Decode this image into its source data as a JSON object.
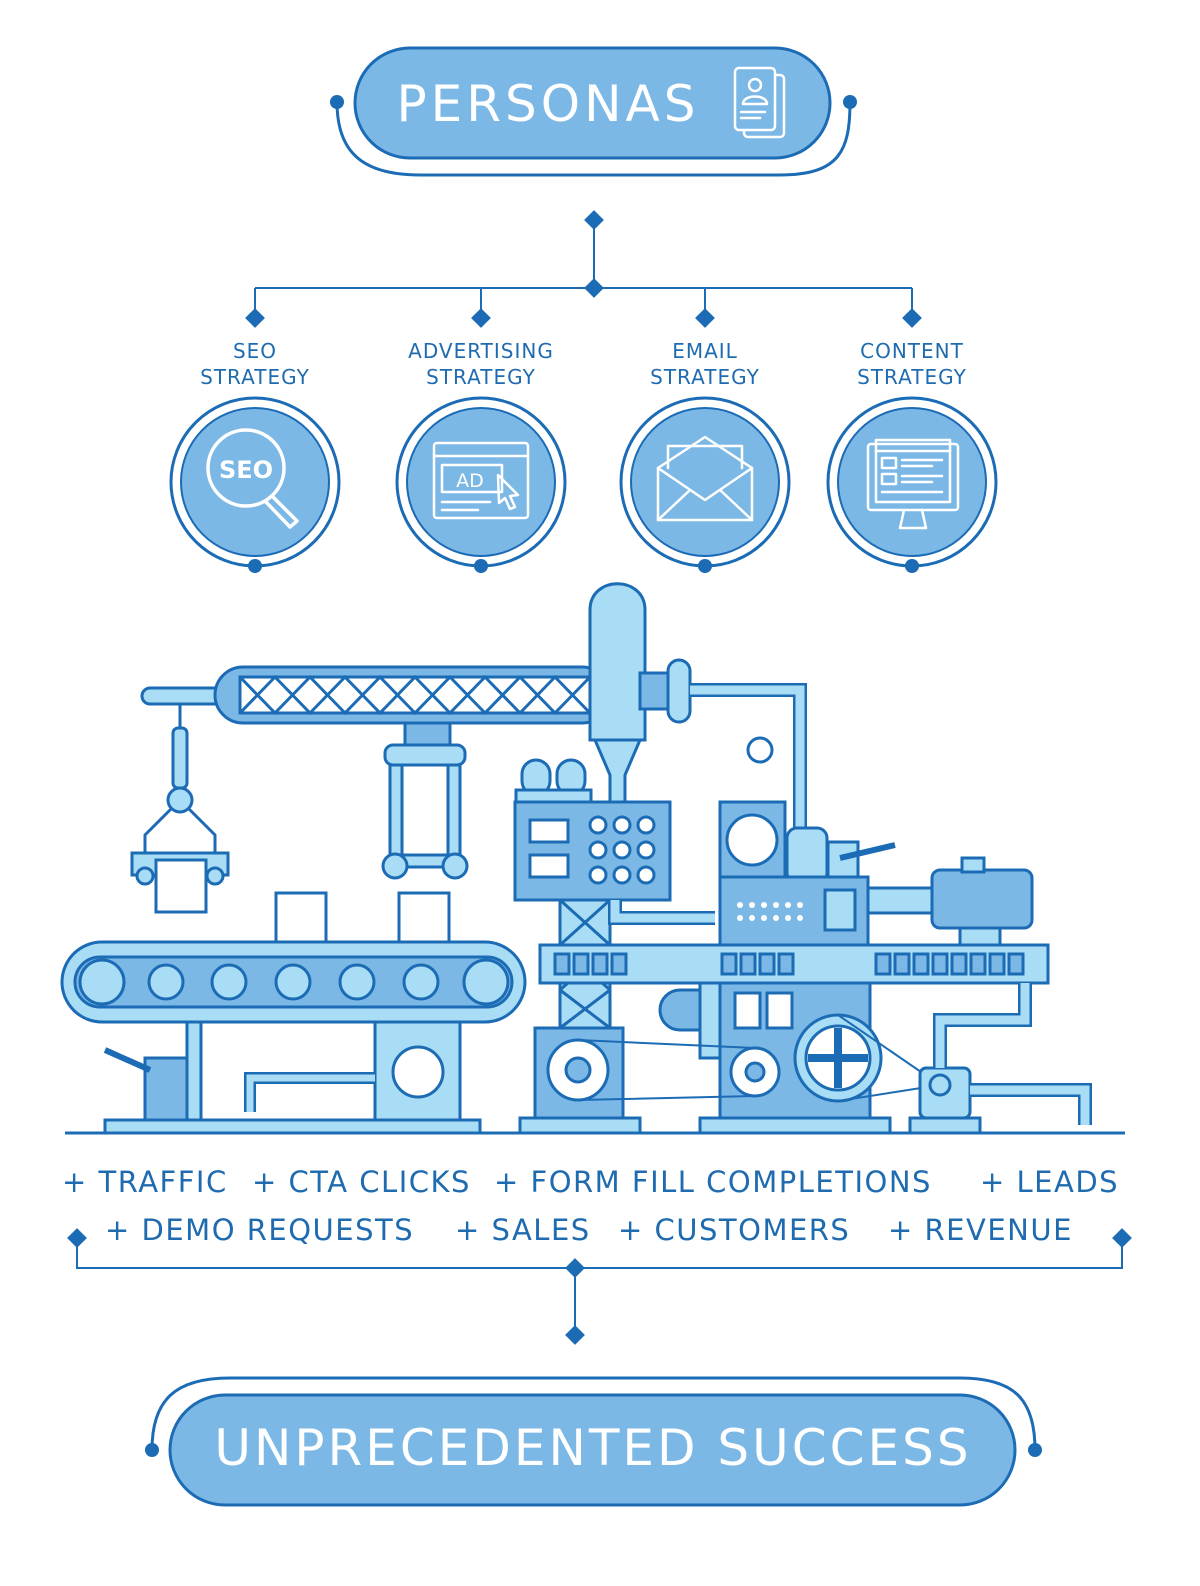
{
  "header": {
    "title": "PERSONAS",
    "icon": "persona-card-icon"
  },
  "strategies": [
    {
      "line1": "SEO",
      "line2": "STRATEGY",
      "icon": "seo-magnifier-icon",
      "icon_text": "SEO"
    },
    {
      "line1": "ADVERTISING",
      "line2": "STRATEGY",
      "icon": "ad-browser-icon",
      "icon_text": "AD"
    },
    {
      "line1": "EMAIL",
      "line2": "STRATEGY",
      "icon": "envelope-icon"
    },
    {
      "line1": "CONTENT",
      "line2": "STRATEGY",
      "icon": "monitor-content-icon"
    }
  ],
  "outcomes": {
    "row1": [
      "+ TRAFFIC",
      "+ CTA CLICKS",
      "+ FORM FILL COMPLETIONS",
      "+ LEADS"
    ],
    "row2": [
      "+ DEMO REQUESTS",
      "+ SALES",
      "+ CUSTOMERS",
      "+ REVENUE"
    ]
  },
  "footer": {
    "title": "UNPRECEDENTED SUCCESS"
  },
  "colors": {
    "primary": "#1b6bb5",
    "fill": "#7cb8e6",
    "light": "#a9dcf5"
  }
}
